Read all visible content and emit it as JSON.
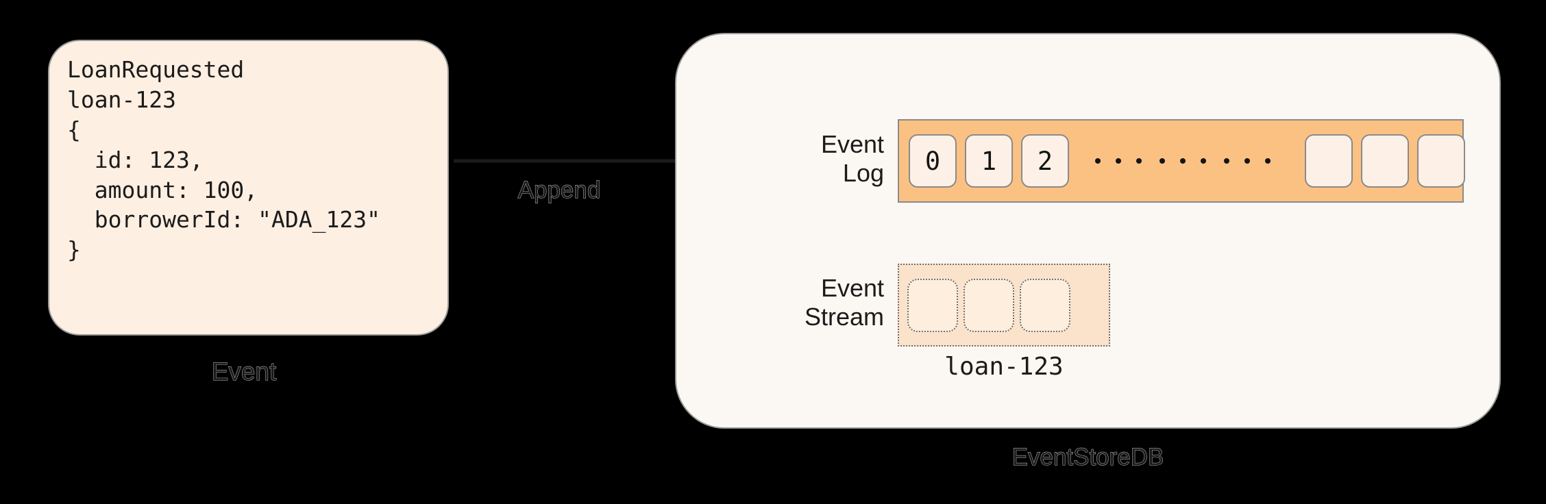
{
  "colors": {
    "background": "#000000",
    "event_card_fill": "#FDEFE2",
    "store_card_fill": "#FBF7F2",
    "log_bar_fill": "#FBC183",
    "log_cell_fill": "#FDF1E7",
    "stream_box_fill": "#FBE2CB",
    "stream_cell_fill": "#FDEEDD",
    "border_grey": "#8a8a8a",
    "text_dark": "#1b1b1b"
  },
  "event": {
    "caption": "Event",
    "payload": "LoanRequested\nloan-123\n{\n  id: 123,\n  amount: 100,\n  borrowerId: \"ADA_123\"\n}",
    "event_type": "LoanRequested",
    "stream_id": "loan-123",
    "fields": {
      "id": "123",
      "amount": "100",
      "borrowerId": "\"ADA_123\""
    }
  },
  "arrow": {
    "label": "Append"
  },
  "store": {
    "caption": "EventStoreDB",
    "event_log": {
      "label": "Event\nLog",
      "cells": [
        "0",
        "1",
        "2"
      ],
      "empty_cells": 3,
      "ellipsis_groups": 3,
      "dots_per_group": 3
    },
    "event_stream": {
      "label": "Event\nStream",
      "cells": 3,
      "name": "loan-123"
    }
  }
}
